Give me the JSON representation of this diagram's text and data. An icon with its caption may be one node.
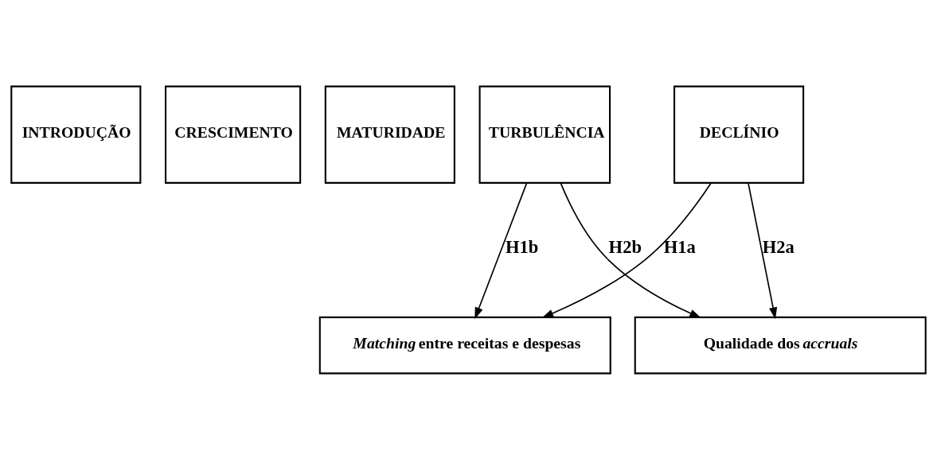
{
  "diagram": {
    "nodes": [
      {
        "text": [
          "INTRODUÇÃO"
        ]
      },
      {
        "text": [
          "CRESCIMENTO"
        ]
      },
      {
        "text": [
          "MATURIDADE"
        ]
      },
      {
        "text": [
          "TURBULÊNCIA"
        ]
      },
      {
        "text": [
          "DECLÍNIO"
        ]
      },
      {
        "text": [
          "*Matching* entre receitas e despesas"
        ]
      },
      {
        "text": [
          "Qualidade dos *accruals*"
        ]
      }
    ],
    "edges": [
      {
        "from": 3,
        "to": 5,
        "arrow": "to",
        "label": "H1b"
      },
      {
        "from": 4,
        "to": 5,
        "arrow": "to",
        "label": "H1a"
      },
      {
        "from": 4,
        "to": 6,
        "arrow": "to",
        "label": "H2a"
      },
      {
        "from": 3,
        "to": 6,
        "arrow": "to",
        "label": "H2b"
      }
    ]
  }
}
